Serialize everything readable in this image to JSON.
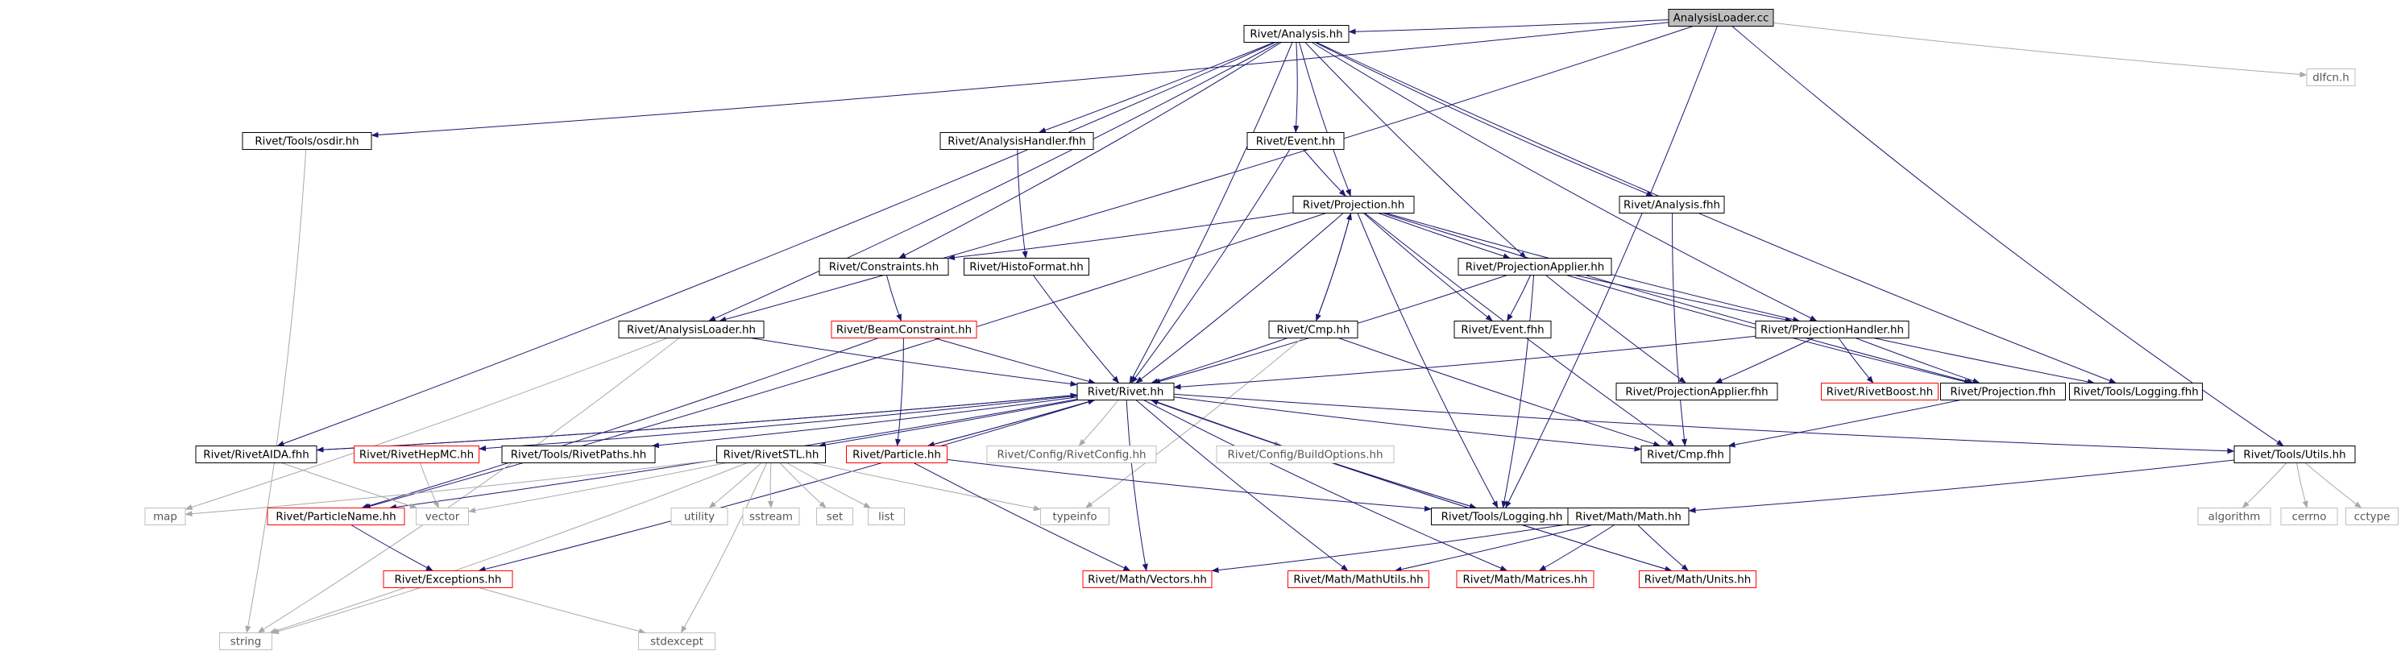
{
  "title": "AnalysisLoader.cc",
  "colors": {
    "edge_internal": "#191970",
    "edge_external": "#a9a9a9",
    "root_fill": "#bfbfbf",
    "node_border": "#000000",
    "undocumented_border": "#ff0000",
    "external_border": "#bfbfbf",
    "external_text": "#555555"
  },
  "nodes": {
    "AnalysisLoader_cc": {
      "label": "AnalysisLoader.cc",
      "kind": "root"
    },
    "Analysis_hh": {
      "label": "Rivet/Analysis.hh",
      "kind": "normal"
    },
    "dlfcn_h": {
      "label": "dlfcn.h",
      "kind": "external"
    },
    "osdir_hh": {
      "label": "Rivet/Tools/osdir.hh",
      "kind": "normal"
    },
    "AnalysisHandler_fhh": {
      "label": "Rivet/AnalysisHandler.fhh",
      "kind": "normal"
    },
    "Event_hh": {
      "label": "Rivet/Event.hh",
      "kind": "normal"
    },
    "Projection_hh": {
      "label": "Rivet/Projection.hh",
      "kind": "normal"
    },
    "Analysis_fhh": {
      "label": "Rivet/Analysis.fhh",
      "kind": "normal"
    },
    "Constraints_hh": {
      "label": "Rivet/Constraints.hh",
      "kind": "normal"
    },
    "HistoFormat_hh": {
      "label": "Rivet/HistoFormat.hh",
      "kind": "normal"
    },
    "ProjectionApplier_hh": {
      "label": "Rivet/ProjectionApplier.hh",
      "kind": "normal"
    },
    "AnalysisLoader_hh": {
      "label": "Rivet/AnalysisLoader.hh",
      "kind": "normal"
    },
    "BeamConstraint_hh": {
      "label": "Rivet/BeamConstraint.hh",
      "kind": "undocumented"
    },
    "Cmp_hh": {
      "label": "Rivet/Cmp.hh",
      "kind": "normal"
    },
    "Event_fhh": {
      "label": "Rivet/Event.fhh",
      "kind": "normal"
    },
    "ProjectionHandler_hh": {
      "label": "Rivet/ProjectionHandler.hh",
      "kind": "normal"
    },
    "Rivet_hh": {
      "label": "Rivet/Rivet.hh",
      "kind": "normal"
    },
    "ProjectionApplier_fhh": {
      "label": "Rivet/ProjectionApplier.fhh",
      "kind": "normal"
    },
    "RivetBoost_hh": {
      "label": "Rivet/RivetBoost.hh",
      "kind": "undocumented"
    },
    "Projection_fhh": {
      "label": "Rivet/Projection.fhh",
      "kind": "normal"
    },
    "Logging_fhh": {
      "label": "Rivet/Tools/Logging.fhh",
      "kind": "normal"
    },
    "RivetAIDA_fhh": {
      "label": "Rivet/RivetAIDA.fhh",
      "kind": "normal"
    },
    "RivetHepMC_hh": {
      "label": "Rivet/RivetHepMC.hh",
      "kind": "undocumented"
    },
    "RivetPaths_hh": {
      "label": "Rivet/Tools/RivetPaths.hh",
      "kind": "normal"
    },
    "RivetSTL_hh": {
      "label": "Rivet/RivetSTL.hh",
      "kind": "normal"
    },
    "Particle_hh": {
      "label": "Rivet/Particle.hh",
      "kind": "undocumented"
    },
    "RivetConfig_hh": {
      "label": "Rivet/Config/RivetConfig.hh",
      "kind": "external"
    },
    "BuildOptions_hh": {
      "label": "Rivet/Config/BuildOptions.hh",
      "kind": "external"
    },
    "Cmp_fhh": {
      "label": "Rivet/Cmp.fhh",
      "kind": "normal"
    },
    "Utils_hh": {
      "label": "Rivet/Tools/Utils.hh",
      "kind": "normal"
    },
    "map": {
      "label": "map",
      "kind": "external"
    },
    "ParticleName_hh": {
      "label": "Rivet/ParticleName.hh",
      "kind": "undocumented"
    },
    "vector": {
      "label": "vector",
      "kind": "external"
    },
    "utility": {
      "label": "utility",
      "kind": "external"
    },
    "sstream": {
      "label": "sstream",
      "kind": "external"
    },
    "set": {
      "label": "set",
      "kind": "external"
    },
    "list": {
      "label": "list",
      "kind": "external"
    },
    "typeinfo": {
      "label": "typeinfo",
      "kind": "external"
    },
    "Logging_hh": {
      "label": "Rivet/Tools/Logging.hh",
      "kind": "normal"
    },
    "MathHeader_hh": {
      "label": "Rivet/Math/Math.hh",
      "kind": "normal"
    },
    "algorithm": {
      "label": "algorithm",
      "kind": "external"
    },
    "cerrno": {
      "label": "cerrno",
      "kind": "external"
    },
    "cctype": {
      "label": "cctype",
      "kind": "external"
    },
    "Exceptions_hh": {
      "label": "Rivet/Exceptions.hh",
      "kind": "undocumented"
    },
    "Vectors_hh": {
      "label": "Rivet/Math/Vectors.hh",
      "kind": "undocumented"
    },
    "MathUtils_hh": {
      "label": "Rivet/Math/MathUtils.hh",
      "kind": "undocumented"
    },
    "Matrices_hh": {
      "label": "Rivet/Math/Matrices.hh",
      "kind": "undocumented"
    },
    "Units_hh": {
      "label": "Rivet/Math/Units.hh",
      "kind": "undocumented"
    },
    "string": {
      "label": "string",
      "kind": "external"
    },
    "stdexcept": {
      "label": "stdexcept",
      "kind": "external"
    }
  },
  "edges": [
    [
      "AnalysisLoader_cc",
      "Analysis_hh"
    ],
    [
      "AnalysisLoader_cc",
      "dlfcn_h"
    ],
    [
      "AnalysisLoader_cc",
      "osdir_hh"
    ],
    [
      "AnalysisLoader_cc",
      "AnalysisLoader_hh"
    ],
    [
      "AnalysisLoader_cc",
      "Utils_hh"
    ],
    [
      "AnalysisLoader_cc",
      "Logging_hh"
    ],
    [
      "Analysis_hh",
      "AnalysisHandler_fhh"
    ],
    [
      "Analysis_hh",
      "Event_hh"
    ],
    [
      "Analysis_hh",
      "Projection_hh"
    ],
    [
      "Analysis_hh",
      "Analysis_fhh"
    ],
    [
      "Analysis_hh",
      "Constraints_hh"
    ],
    [
      "Analysis_hh",
      "ProjectionApplier_hh"
    ],
    [
      "Analysis_hh",
      "ProjectionHandler_hh"
    ],
    [
      "Analysis_hh",
      "Rivet_hh"
    ],
    [
      "Analysis_hh",
      "Logging_fhh"
    ],
    [
      "Analysis_hh",
      "AnalysisLoader_hh"
    ],
    [
      "Analysis_hh",
      "RivetAIDA_fhh"
    ],
    [
      "osdir_hh",
      "string"
    ],
    [
      "AnalysisHandler_fhh",
      "HistoFormat_hh"
    ],
    [
      "Event_hh",
      "Projection_hh"
    ],
    [
      "Event_hh",
      "Rivet_hh"
    ],
    [
      "Projection_hh",
      "Constraints_hh"
    ],
    [
      "Projection_hh",
      "ProjectionApplier_hh"
    ],
    [
      "Projection_hh",
      "Event_fhh"
    ],
    [
      "Projection_hh",
      "ProjectionHandler_hh"
    ],
    [
      "Projection_hh",
      "Cmp_hh"
    ],
    [
      "Projection_hh",
      "Rivet_hh"
    ],
    [
      "Projection_hh",
      "Projection_fhh"
    ],
    [
      "Projection_hh",
      "Cmp_fhh"
    ],
    [
      "Projection_hh",
      "Logging_hh"
    ],
    [
      "Projection_hh",
      "ParticleName_hh"
    ],
    [
      "Analysis_fhh",
      "Cmp_fhh"
    ],
    [
      "Constraints_hh",
      "BeamConstraint_hh"
    ],
    [
      "HistoFormat_hh",
      "Rivet_hh"
    ],
    [
      "ProjectionApplier_hh",
      "Event_fhh"
    ],
    [
      "ProjectionApplier_hh",
      "ProjectionHandler_hh"
    ],
    [
      "ProjectionApplier_hh",
      "ProjectionApplier_fhh"
    ],
    [
      "ProjectionApplier_hh",
      "Projection_fhh"
    ],
    [
      "ProjectionApplier_hh",
      "Rivet_hh"
    ],
    [
      "ProjectionApplier_hh",
      "Logging_hh"
    ],
    [
      "AnalysisLoader_hh",
      "Rivet_hh"
    ],
    [
      "AnalysisLoader_hh",
      "map"
    ],
    [
      "AnalysisLoader_hh",
      "string"
    ],
    [
      "BeamConstraint_hh",
      "Rivet_hh"
    ],
    [
      "BeamConstraint_hh",
      "Particle_hh"
    ],
    [
      "BeamConstraint_hh",
      "ParticleName_hh"
    ],
    [
      "Cmp_hh",
      "Rivet_hh"
    ],
    [
      "Cmp_hh",
      "Projection_hh"
    ],
    [
      "Cmp_hh",
      "Cmp_fhh"
    ],
    [
      "Cmp_hh",
      "typeinfo"
    ],
    [
      "ProjectionHandler_hh",
      "Rivet_hh"
    ],
    [
      "ProjectionHandler_hh",
      "RivetBoost_hh"
    ],
    [
      "ProjectionHandler_hh",
      "ProjectionApplier_fhh"
    ],
    [
      "ProjectionHandler_hh",
      "Projection_fhh"
    ],
    [
      "ProjectionHandler_hh",
      "Logging_fhh"
    ],
    [
      "Projection_fhh",
      "Cmp_fhh"
    ],
    [
      "Rivet_hh",
      "RivetAIDA_fhh"
    ],
    [
      "Rivet_hh",
      "RivetHepMC_hh"
    ],
    [
      "Rivet_hh",
      "RivetPaths_hh"
    ],
    [
      "Rivet_hh",
      "RivetSTL_hh"
    ],
    [
      "Rivet_hh",
      "Particle_hh"
    ],
    [
      "Rivet_hh",
      "RivetConfig_hh"
    ],
    [
      "Rivet_hh",
      "BuildOptions_hh"
    ],
    [
      "Rivet_hh",
      "Cmp_fhh"
    ],
    [
      "Rivet_hh",
      "Utils_hh"
    ],
    [
      "Rivet_hh",
      "ParticleName_hh"
    ],
    [
      "Rivet_hh",
      "Exceptions_hh"
    ],
    [
      "Rivet_hh",
      "Logging_hh"
    ],
    [
      "Rivet_hh",
      "Vectors_hh"
    ],
    [
      "Rivet_hh",
      "MathUtils_hh"
    ],
    [
      "Rivet_hh",
      "Matrices_hh"
    ],
    [
      "Rivet_hh",
      "Units_hh"
    ],
    [
      "RivetAIDA_fhh",
      "vector"
    ],
    [
      "RivetAIDA_fhh",
      "Rivet_hh"
    ],
    [
      "RivetHepMC_hh",
      "vector"
    ],
    [
      "RivetSTL_hh",
      "map"
    ],
    [
      "RivetSTL_hh",
      "vector"
    ],
    [
      "RivetSTL_hh",
      "utility"
    ],
    [
      "RivetSTL_hh",
      "sstream"
    ],
    [
      "RivetSTL_hh",
      "set"
    ],
    [
      "RivetSTL_hh",
      "list"
    ],
    [
      "RivetSTL_hh",
      "typeinfo"
    ],
    [
      "RivetSTL_hh",
      "string"
    ],
    [
      "RivetSTL_hh",
      "stdexcept"
    ],
    [
      "Particle_hh",
      "Rivet_hh"
    ],
    [
      "Particle_hh",
      "Vectors_hh"
    ],
    [
      "Particle_hh",
      "Logging_hh"
    ],
    [
      "Utils_hh",
      "MathHeader_hh"
    ],
    [
      "Utils_hh",
      "algorithm"
    ],
    [
      "Utils_hh",
      "cerrno"
    ],
    [
      "Utils_hh",
      "cctype"
    ],
    [
      "Logging_hh",
      "Rivet_hh"
    ],
    [
      "MathHeader_hh",
      "Vectors_hh"
    ],
    [
      "MathHeader_hh",
      "MathUtils_hh"
    ],
    [
      "MathHeader_hh",
      "Matrices_hh"
    ],
    [
      "MathHeader_hh",
      "Units_hh"
    ],
    [
      "ParticleName_hh",
      "Exceptions_hh"
    ],
    [
      "Exceptions_hh",
      "string"
    ],
    [
      "Exceptions_hh",
      "stdexcept"
    ],
    [
      "Units_hh",
      "Rivet_hh"
    ]
  ]
}
